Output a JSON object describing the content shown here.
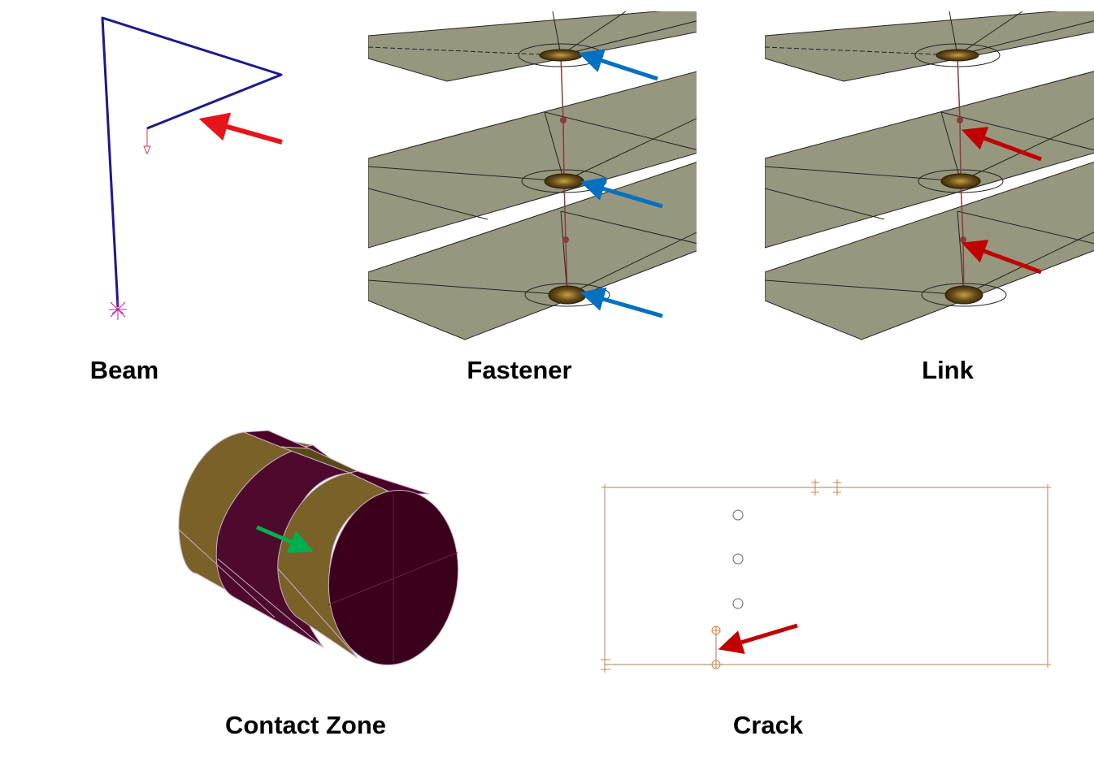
{
  "captions": {
    "beam": "Beam",
    "fastener": "Fastener",
    "link": "Link",
    "contact_zone": "Contact Zone",
    "crack": "Crack"
  },
  "colors": {
    "beam_line": "#1a1a8c",
    "arrow_red": "#e8141c",
    "arrow_dark_red": "#c00000",
    "arrow_blue": "#0070c0",
    "arrow_green": "#00b050",
    "plate_fill": "#97977f",
    "plate_edge": "#222222",
    "fastener_disc": "#6b4f1a",
    "link_line": "#8b3a3a",
    "cyl_gold": "#7a6128",
    "cyl_maroon": "#4a0026",
    "crack_line": "#9c8060"
  }
}
